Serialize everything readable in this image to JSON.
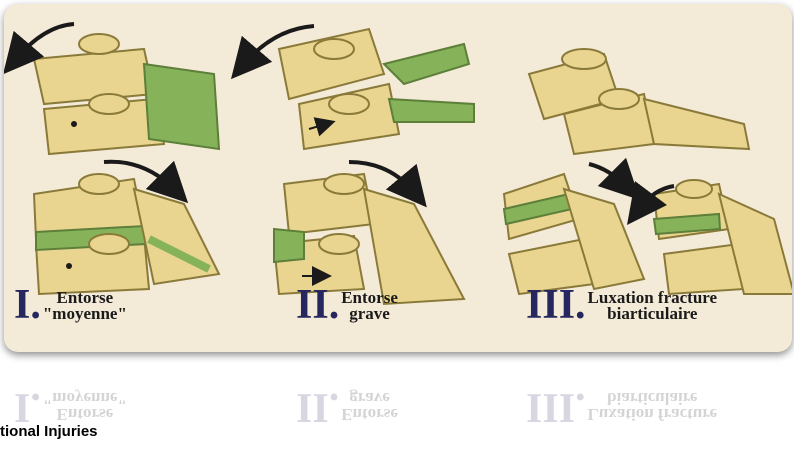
{
  "panels": [
    {
      "numeral": "I.",
      "line1": "Entorse",
      "line2": "\"moyenne\""
    },
    {
      "numeral": "II.",
      "line1": "Entorse",
      "line2": "grave"
    },
    {
      "numeral": "III.",
      "line1": "Luxation fracture",
      "line2": "biarticulaire"
    }
  ],
  "footer": {
    "title": "tional Injuries"
  },
  "colors": {
    "bone": "#e9d58f",
    "bone_shade": "#b9a45a",
    "ligament": "#86b35a",
    "numeral": "#27275f",
    "background": "#f4ead8",
    "arrow": "#1a1a1a"
  }
}
